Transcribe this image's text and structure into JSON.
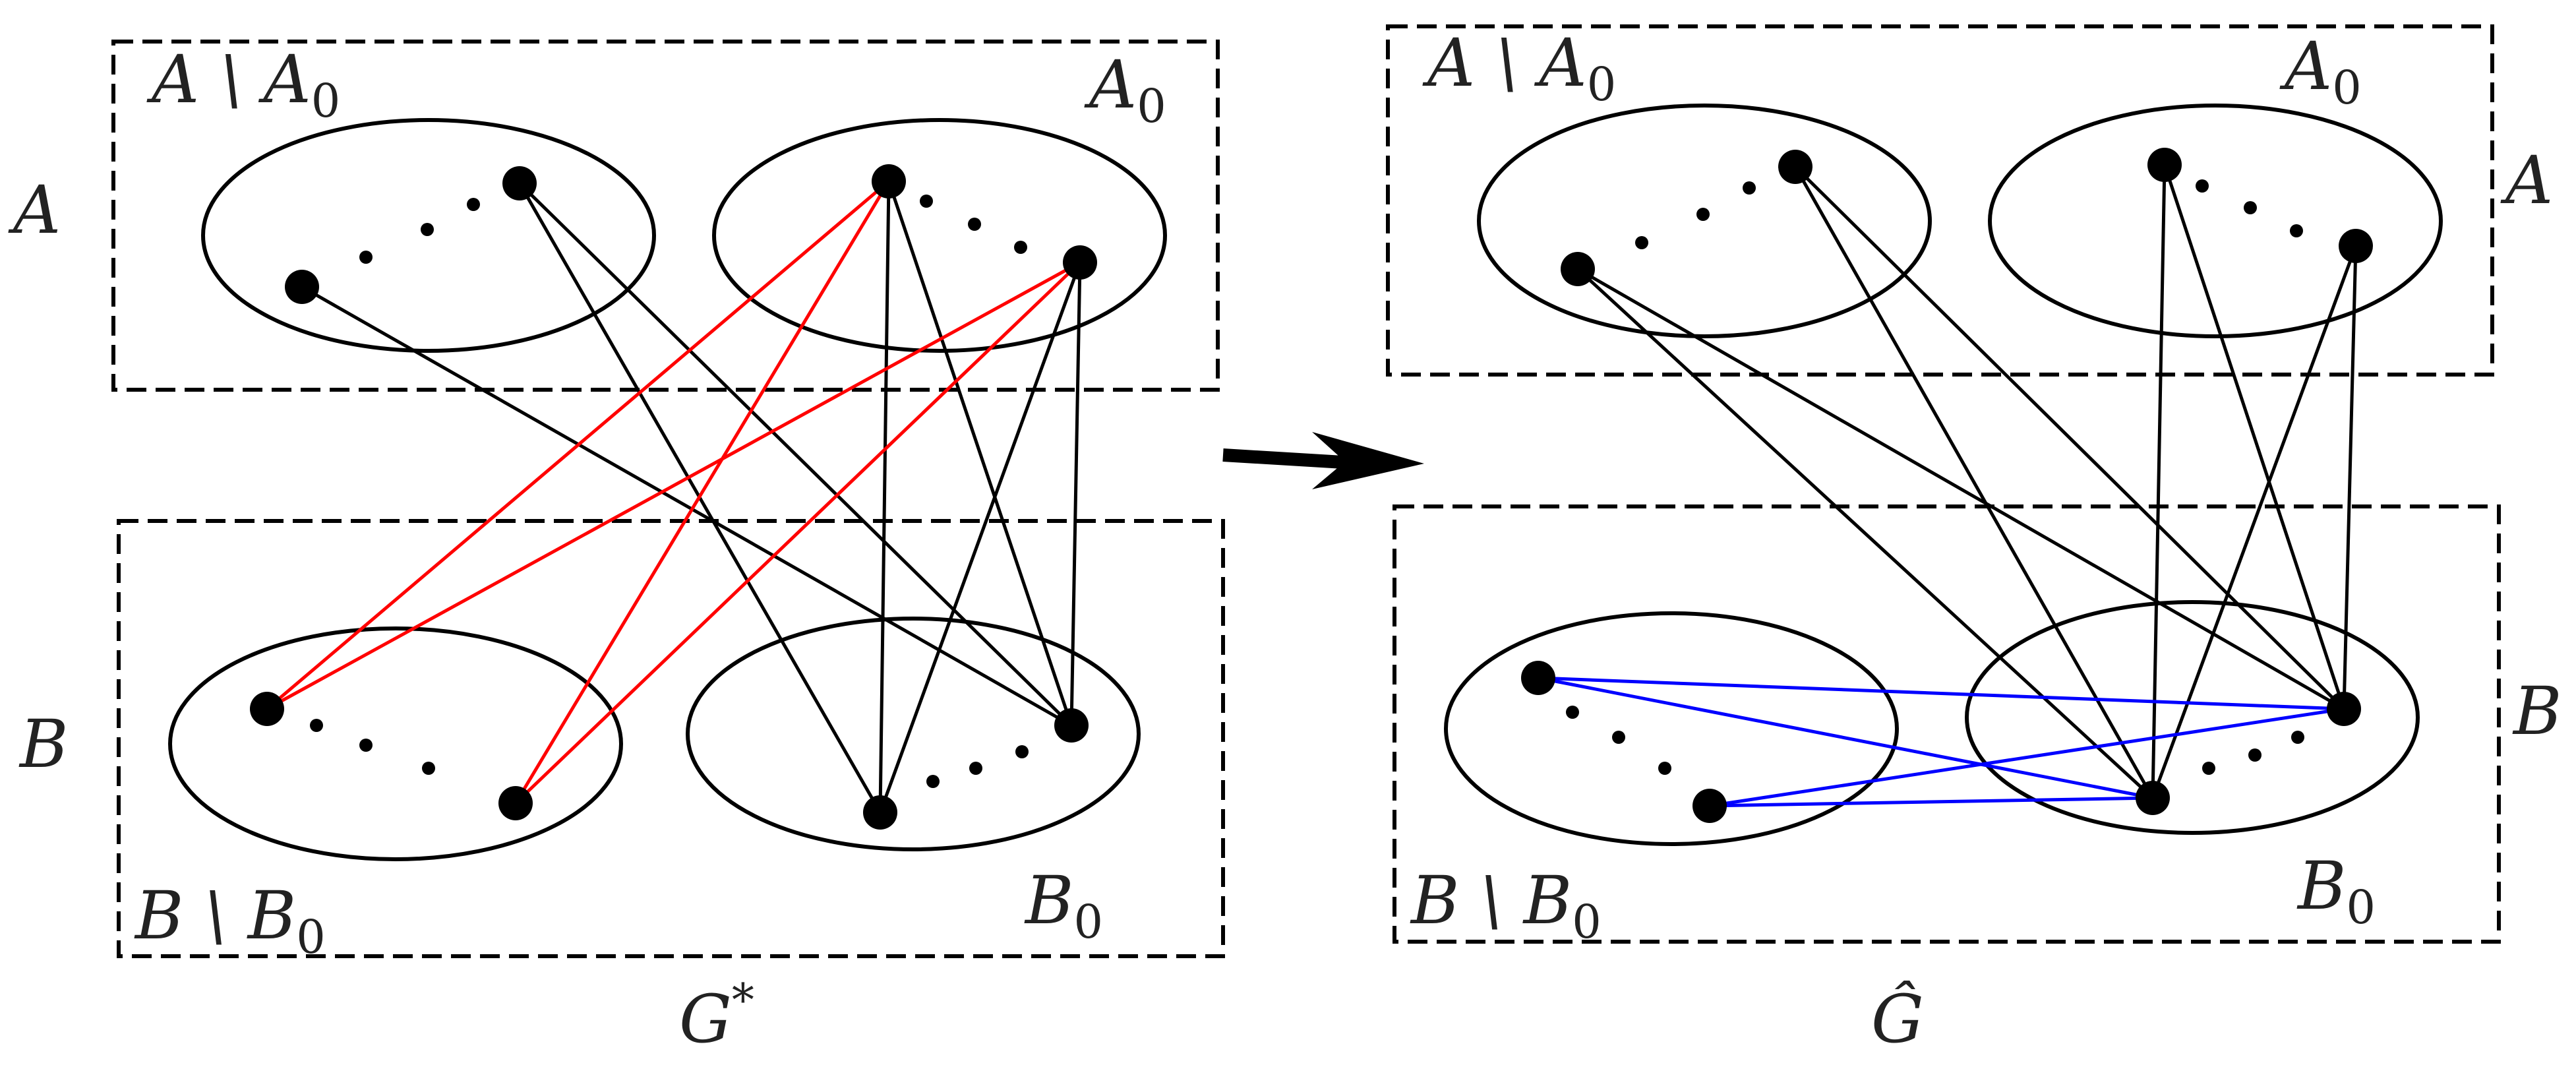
{
  "colors": {
    "edge_black": "#000000",
    "edge_red": "#ff0000",
    "edge_blue": "#0000ff",
    "text": "#222222"
  },
  "left": {
    "caption": "G",
    "caption_sup": "*",
    "set_a": "A",
    "set_b": "B",
    "a_minus": {
      "base": "A \\ A",
      "sub": "0"
    },
    "a0": {
      "base": "A",
      "sub": "0"
    },
    "b_minus": {
      "base": "B \\ B",
      "sub": "0"
    },
    "b0": {
      "base": "B",
      "sub": "0"
    }
  },
  "right": {
    "caption": "Ĝ",
    "set_a": "A",
    "set_b": "B",
    "a_minus": {
      "base": "A \\ A",
      "sub": "0"
    },
    "a0": {
      "base": "A",
      "sub": "0"
    },
    "b_minus": {
      "base": "B \\ B",
      "sub": "0"
    },
    "b0": {
      "base": "B",
      "sub": "0"
    }
  },
  "arrow": "right-arrow"
}
